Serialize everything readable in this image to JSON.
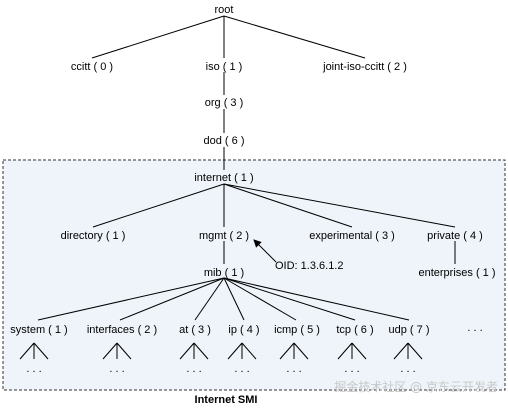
{
  "diagram": {
    "region_label": "Internet SMI",
    "watermark": "掘金技术社区 @ 京东云开发者",
    "nodes": {
      "root": "root",
      "ccitt": "ccitt ( 0 )",
      "iso": "iso ( 1 )",
      "joint": "joint-iso-ccitt ( 2 )",
      "org": "org ( 3 )",
      "dod": "dod ( 6 )",
      "internet": "internet ( 1 )",
      "directory": "directory ( 1 )",
      "mgmt": "mgmt ( 2 )",
      "experimental": "experimental ( 3 )",
      "private": "private ( 4 )",
      "mib": "mib ( 1 )",
      "enterprises": "enterprises ( 1 )",
      "system": "system ( 1 )",
      "interfaces": "interfaces ( 2 )",
      "at": "at ( 3 )",
      "ip": "ip ( 4 )",
      "icmp": "icmp ( 5 )",
      "tcp": "tcp ( 6 )",
      "udp": "udp ( 7 )",
      "more": ". . ."
    },
    "oid_annotation": "OID: 1.3.6.1.2",
    "leaf_ellipsis": ". . ."
  }
}
